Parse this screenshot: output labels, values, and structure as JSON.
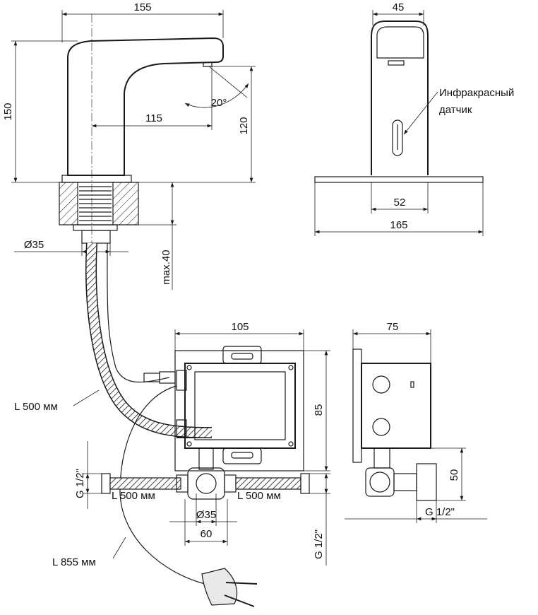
{
  "dimensions": {
    "spout_width": "155",
    "body_depth": "45",
    "total_height": "150",
    "reach": "115",
    "spout_height": "120",
    "angle": "20°",
    "base_width_small": "52",
    "base_width": "165",
    "hose_diameter": "Ø35",
    "max_thickness": "max.40",
    "box_width": "105",
    "box_depth": "75",
    "box_height": "85",
    "connector_height": "50",
    "inlet_diameter": "Ø35",
    "inlet_spacing": "60"
  },
  "labels": {
    "sensor": "Инфракрасный",
    "sensor_2": "датчик",
    "hose_upper": "L 500 мм",
    "hose_left": "L 500 мм",
    "hose_right": "L 500 мм",
    "cable": "L 855 мм",
    "thread_left": "G 1/2\"",
    "thread_bottom": "G 1/2\"",
    "thread_side": "G 1/2\""
  }
}
